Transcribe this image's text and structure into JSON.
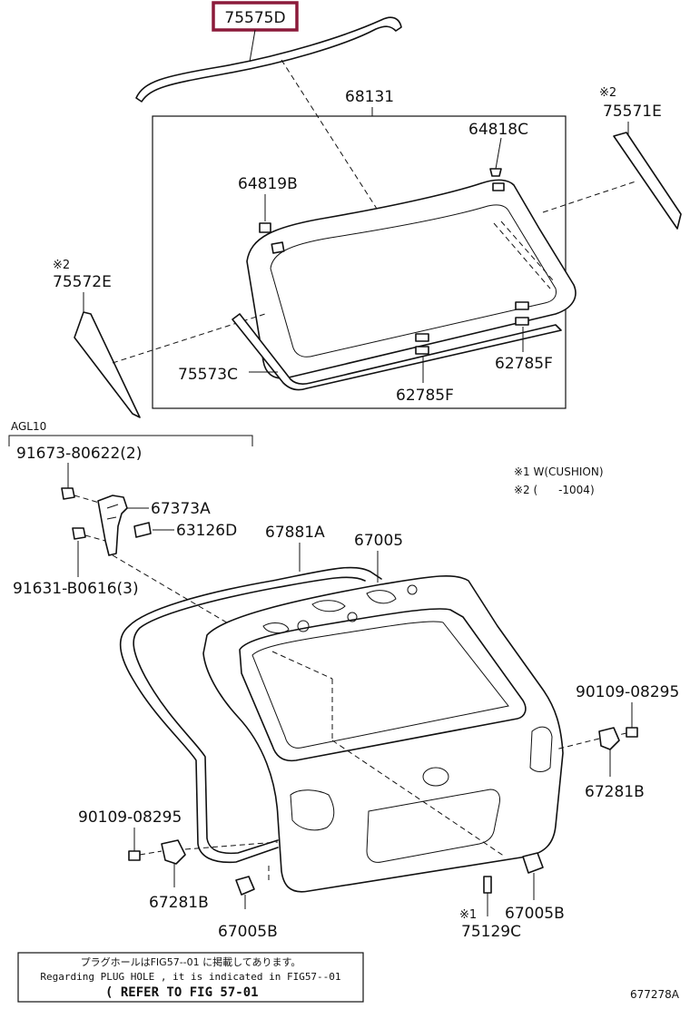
{
  "parts": {
    "p75575D": "75575D",
    "p68131": "68131",
    "p64818C": "64818C",
    "p64819B": "64819B",
    "p75571E": "75571E",
    "p75572E": "75572E",
    "p75573C": "75573C",
    "p62785F_a": "62785F",
    "p62785F_b": "62785F",
    "p91673": "91673-80622(2)",
    "p67373A": "67373A",
    "p63126D": "63126D",
    "p91631": "91631-B0616(3)",
    "p67881A": "67881A",
    "p67005": "67005",
    "p90109_a": "90109-08295",
    "p90109_b": "90109-08295",
    "p67281B_a": "67281B",
    "p67281B_b": "67281B",
    "p67005B_a": "67005B",
    "p67005B_b": "67005B",
    "p75129C": "75129C"
  },
  "marks": {
    "m2_a": "※2",
    "m2_b": "※2",
    "m1": "※1"
  },
  "section": {
    "agl": "AGL10"
  },
  "legend": {
    "line1": "※1 W(CUSHION)",
    "line2": "※2 (      -1004)"
  },
  "note": {
    "jp": "プラグホールはFIG57--01 に掲載してあります。",
    "en": "Regarding PLUG HOLE , it is indicated in FIG57--01",
    "ref": "( REFER TO FIG 57-01"
  },
  "footer": {
    "code": "677278A"
  },
  "highlight_color": "#8b1a3a"
}
